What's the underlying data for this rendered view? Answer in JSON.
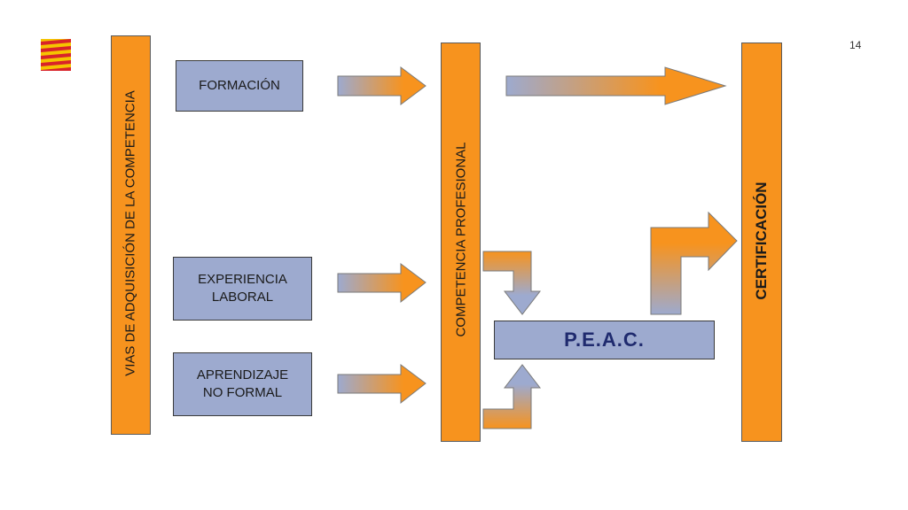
{
  "page_number": "14",
  "colors": {
    "orange": "#F7931E",
    "slate_blue": "#9DAACF",
    "border": "#3a3a3a",
    "peac_text": "#1f2a6e"
  },
  "logo": {
    "icon": "aragon-flag-stripes-icon"
  },
  "bars": {
    "vias": "VIAS DE ADQUISICIÓN DE LA COMPETENCIA",
    "competencia": "COMPETENCIA PROFESIONAL",
    "certificacion": "CERTIFICACIÓN"
  },
  "sources": {
    "formacion": "FORMACIÓN",
    "experiencia_line1": "EXPERIENCIA",
    "experiencia_line2": "LABORAL",
    "aprendizaje_line1": "APRENDIZAJE",
    "aprendizaje_line2": "NO FORMAL"
  },
  "peac": "P.E.A.C."
}
